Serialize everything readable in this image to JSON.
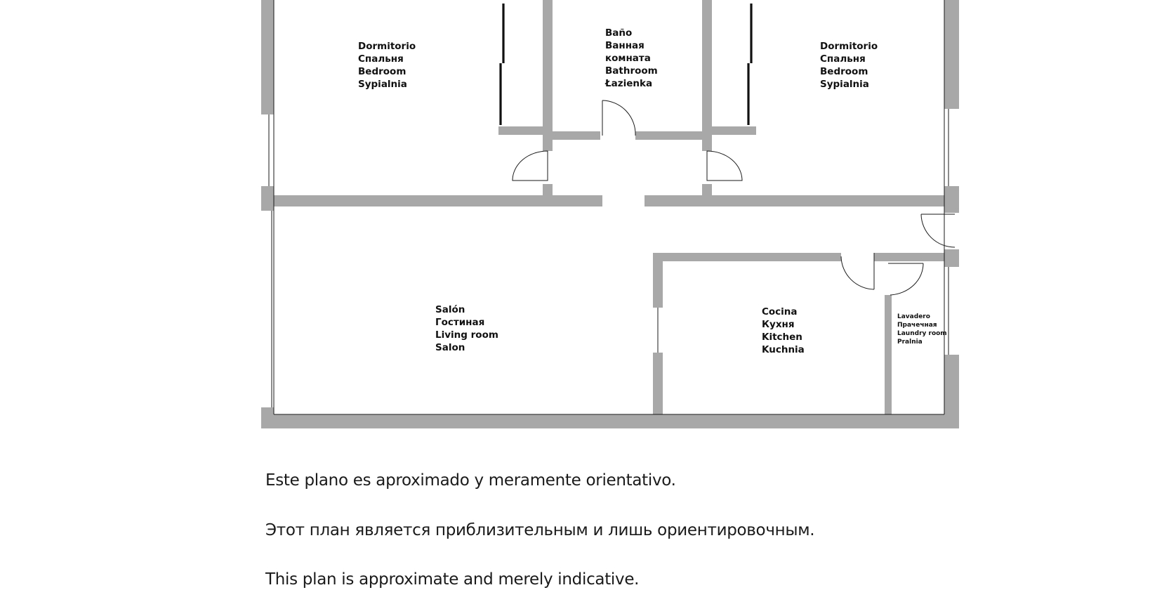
{
  "rooms": {
    "bedroom_left": [
      "Dormitorio",
      "Спальня",
      "Bedroom",
      "Sypialnia"
    ],
    "bathroom": [
      "Baño",
      "Ванная",
      "комната",
      "Bathroom",
      "Łazienka"
    ],
    "bedroom_right": [
      "Dormitorio",
      "Спальня",
      "Bedroom",
      "Sypialnia"
    ],
    "living_room": [
      "Salón",
      "Гостиная",
      "Living room",
      "Salon"
    ],
    "kitchen": [
      "Cocina",
      "Кухня",
      "Kitchen",
      "Kuchnia"
    ],
    "laundry": [
      "Lavadero",
      "Прачечная",
      "Laundry room",
      "Pralnia"
    ]
  },
  "disclaimers": {
    "es": "Este plano es aproximado y meramente orientativo.",
    "ru": "Этот план является приблизительным и лишь ориентировочным.",
    "en": "This plan is approximate and merely indicative."
  },
  "colors": {
    "wall": "#a8a8a8",
    "line": "#1a1a1a",
    "background": "#ffffff"
  }
}
